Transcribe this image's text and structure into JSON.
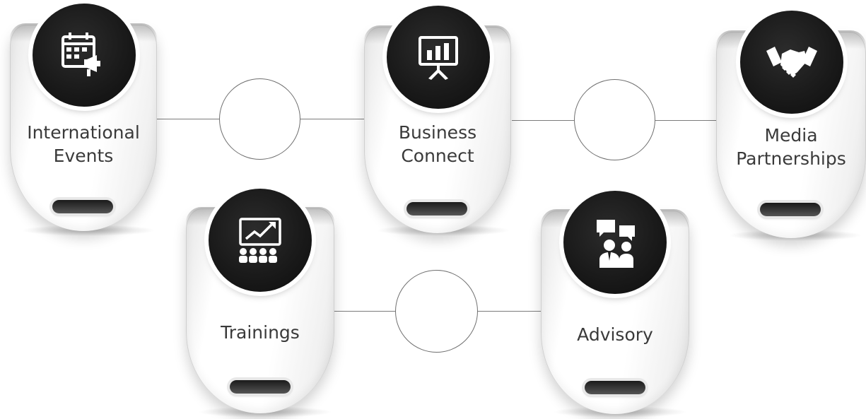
{
  "cards": [
    {
      "id": "international-events",
      "label_lines": [
        "International",
        "Events"
      ],
      "icon": "calendar-megaphone-icon"
    },
    {
      "id": "business-connect",
      "label_lines": [
        "Business",
        "Connect"
      ],
      "icon": "presentation-chart-icon"
    },
    {
      "id": "media-partnerships",
      "label_lines": [
        "Media",
        "Partnerships"
      ],
      "icon": "handshake-icon"
    },
    {
      "id": "trainings",
      "label_lines": [
        "Trainings"
      ],
      "icon": "training-audience-icon"
    },
    {
      "id": "advisory",
      "label_lines": [
        "Advisory"
      ],
      "icon": "advisory-chat-icon"
    }
  ],
  "colors": {
    "icon_disc": "#1a1a1a",
    "icon_glyph": "#ffffff",
    "label_text": "#3a3a3a",
    "connector": "#7b7b7b",
    "card_face": "#ffffff"
  }
}
